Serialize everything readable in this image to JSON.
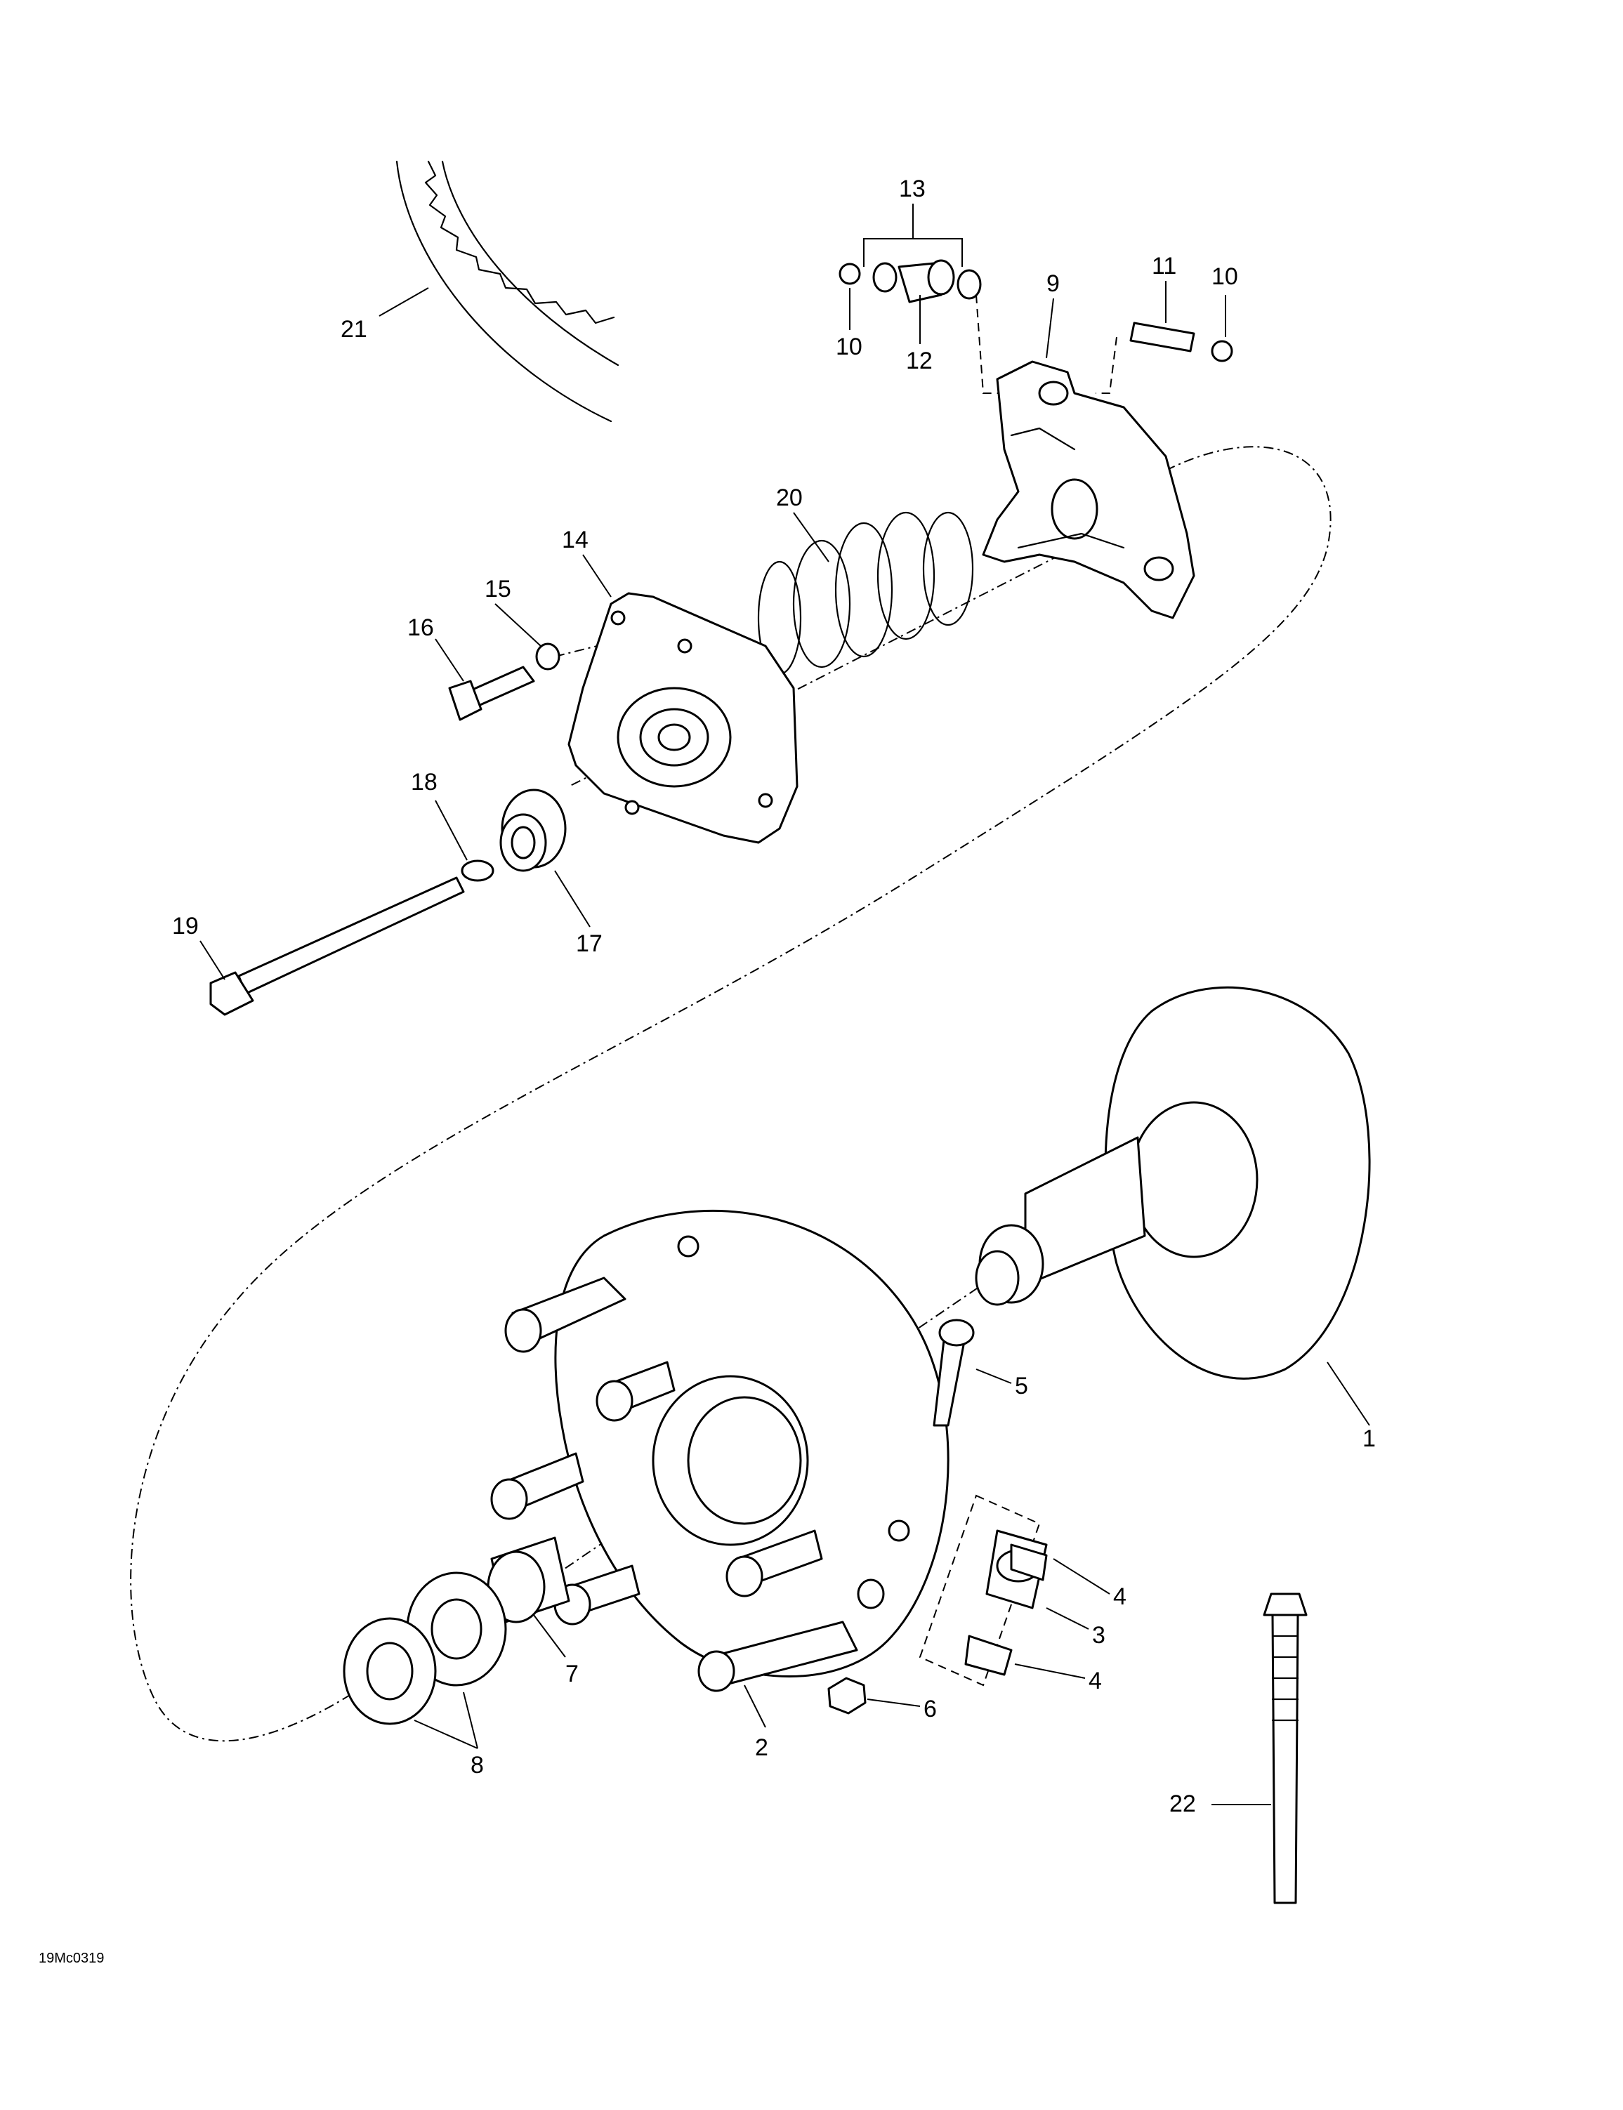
{
  "diagram_code": "19Mc0319",
  "callouts": [
    "1",
    "2",
    "3",
    "4",
    "4",
    "5",
    "6",
    "7",
    "8",
    "9",
    "10",
    "10",
    "11",
    "12",
    "13",
    "14",
    "15",
    "16",
    "17",
    "18",
    "19",
    "20",
    "21",
    "22"
  ]
}
